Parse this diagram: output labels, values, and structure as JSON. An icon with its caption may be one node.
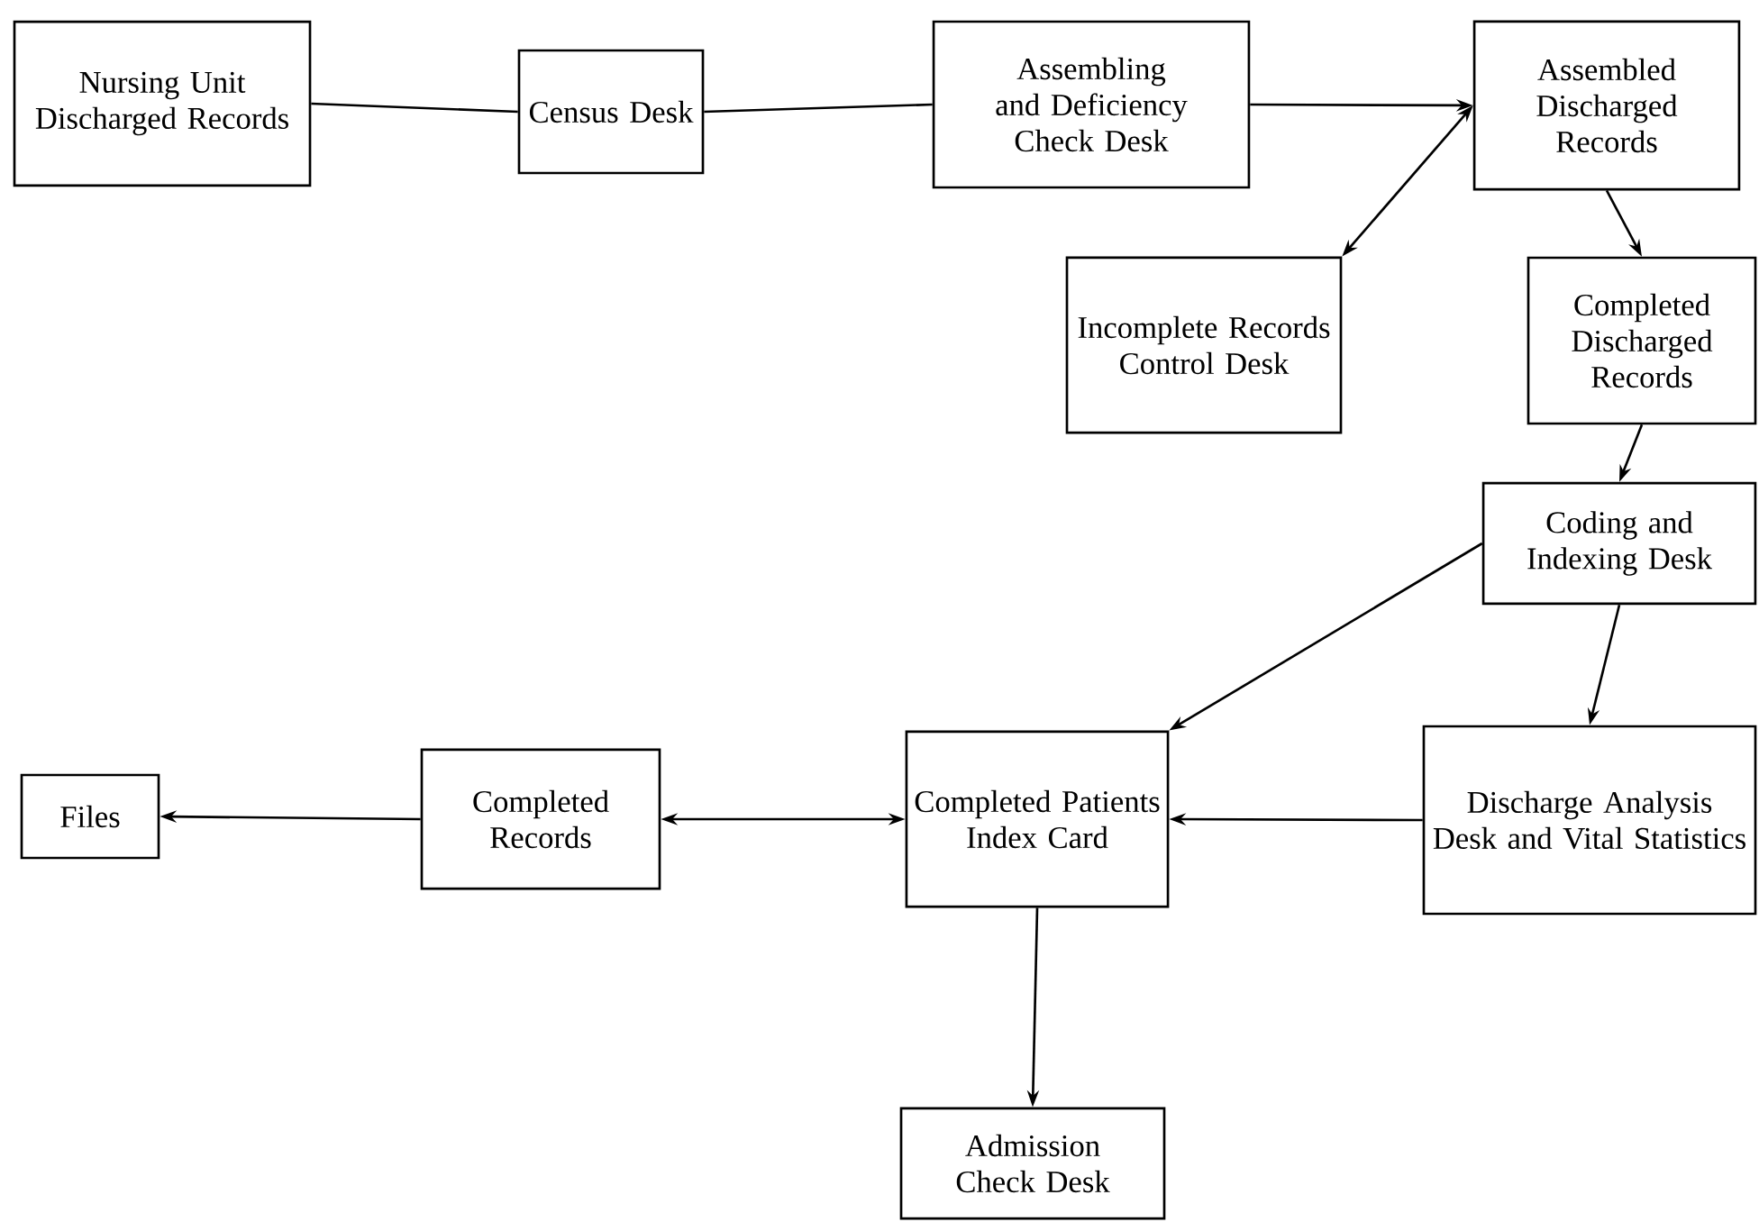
{
  "diagram": {
    "nodes": [
      {
        "text": [
          "Nursing Unit Discharged Records"
        ]
      },
      {
        "text": [
          "Census Desk"
        ]
      },
      {
        "text": [
          "Assembling and Deficiency Check Desk"
        ]
      },
      {
        "text": [
          "Assembled Discharged Records"
        ]
      },
      {
        "text": [
          "Incomplete Records Control Desk"
        ]
      },
      {
        "text": [
          "Completed Discharged Records"
        ]
      },
      {
        "text": [
          "Coding and Indexing Desk"
        ]
      },
      {
        "text": [
          "Files"
        ]
      },
      {
        "text": [
          "Completed Records"
        ]
      },
      {
        "text": [
          "Completed Patients Index Card"
        ]
      },
      {
        "text": [
          "Discharge Analysis Desk and Vital Statistics"
        ]
      },
      {
        "text": [
          "Admission Check Desk"
        ]
      }
    ],
    "edges": [
      {
        "from": 0,
        "to": 1,
        "arrow": "none"
      },
      {
        "from": 1,
        "to": 2,
        "arrow": "none"
      },
      {
        "from": 2,
        "to": 3,
        "arrow": "to"
      },
      {
        "from": 4,
        "to": 3,
        "arrow": "both"
      },
      {
        "from": 3,
        "to": 5,
        "arrow": "to"
      },
      {
        "from": 5,
        "to": 6,
        "arrow": "to"
      },
      {
        "from": 6,
        "to": 9,
        "arrow": "to"
      },
      {
        "from": 6,
        "to": 10,
        "arrow": "to"
      },
      {
        "from": 10,
        "to": 9,
        "arrow": "to"
      },
      {
        "from": 9,
        "to": 8,
        "arrow": "both"
      },
      {
        "from": 8,
        "to": 7,
        "arrow": "to"
      },
      {
        "from": 9,
        "to": 11,
        "arrow": "to"
      }
    ]
  }
}
